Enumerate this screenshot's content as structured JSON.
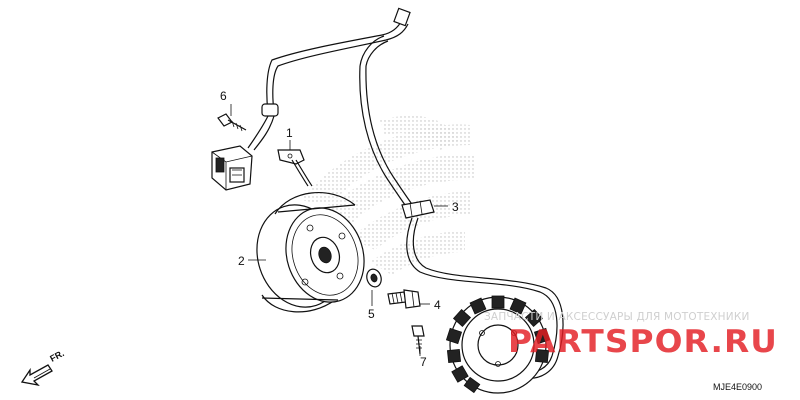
{
  "diagram": {
    "ref_code": "MJE4E0900",
    "direction_label": "FR.",
    "callouts": [
      {
        "id": "c1",
        "label": "1"
      },
      {
        "id": "c2",
        "label": "2"
      },
      {
        "id": "c3",
        "label": "3"
      },
      {
        "id": "c4",
        "label": "4"
      },
      {
        "id": "c5",
        "label": "5"
      },
      {
        "id": "c6",
        "label": "6"
      },
      {
        "id": "c7",
        "label": "7"
      }
    ]
  },
  "watermark": {
    "tagline": "ЗАПЧАСТИ И АКСЕССУАРЫ ДЛЯ МОТОТЕХНИКИ",
    "brand": "PARTSPOR.RU"
  },
  "colors": {
    "line": "#111111",
    "hatch": "#c9c9c9",
    "watermark_brand": "#e31e24",
    "watermark_tagline": "#cfcfcf"
  },
  "icons": {
    "direction_arrow": "front-direction-arrow-icon",
    "background_emblem": "wing-emblem-icon"
  }
}
